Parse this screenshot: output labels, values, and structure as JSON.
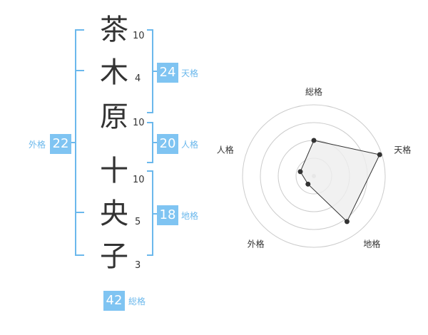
{
  "name": {
    "chars": [
      {
        "char": "茶",
        "strokes": "10"
      },
      {
        "char": "木",
        "strokes": "4"
      },
      {
        "char": "原",
        "strokes": "10"
      },
      {
        "char": "十",
        "strokes": "10"
      },
      {
        "char": "央",
        "strokes": "5"
      },
      {
        "char": "子",
        "strokes": "3"
      }
    ]
  },
  "fortunes": {
    "tenkaku": {
      "value": "24",
      "label": "天格"
    },
    "jinkaku": {
      "value": "20",
      "label": "人格"
    },
    "chikaku": {
      "value": "18",
      "label": "地格"
    },
    "gaikaku": {
      "value": "22",
      "label": "外格"
    },
    "soukaku": {
      "value": "42",
      "label": "総格"
    }
  },
  "chart_data": {
    "type": "radar",
    "axes": [
      "総格",
      "天格",
      "地格",
      "外格",
      "人格"
    ],
    "values": [
      42,
      24,
      18,
      22,
      20
    ],
    "normalized": [
      0.5,
      0.97,
      0.79,
      0.14,
      0.2
    ],
    "rings": 4,
    "colors": {
      "fill": "#eeeeee",
      "stroke": "#333333",
      "grid": "#cccccc",
      "point": "#333333"
    }
  },
  "colors": {
    "accent": "#7fc4f2",
    "bracket": "#6bb8ec"
  }
}
